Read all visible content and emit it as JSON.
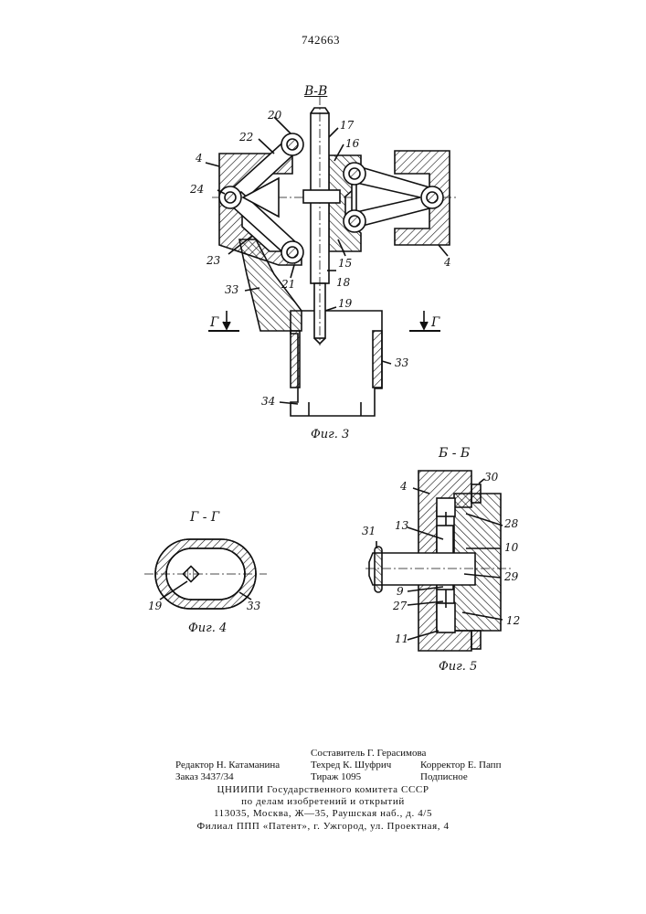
{
  "patent_number": "742663",
  "fig3": {
    "section": "В-В",
    "caption": "Фиг. 3",
    "labels": {
      "l20": "20",
      "l17": "17",
      "l22": "22",
      "l16": "16",
      "l4a": "4",
      "l24": "24",
      "l4b": "4",
      "l23": "23",
      "l15": "15",
      "l21": "21",
      "l18": "18",
      "l33a": "33",
      "l19": "19",
      "l33b": "33",
      "l34": "34",
      "gL": "Г",
      "gR": "Г"
    }
  },
  "fig4": {
    "section": "Г - Г",
    "caption": "Фиг. 4",
    "labels": {
      "l19": "19",
      "l33": "33"
    }
  },
  "fig5": {
    "section": "Б - Б",
    "caption": "Фиг. 5",
    "labels": {
      "l30": "30",
      "l4": "4",
      "l28": "28",
      "l13": "13",
      "l10": "10",
      "l31": "31",
      "l29": "29",
      "l9": "9",
      "l27": "27",
      "l12": "12",
      "l11": "11"
    }
  },
  "imprint": {
    "compiler": "Составитель Г. Герасимова",
    "editor": "Редактор Н. Катаманина",
    "techred": "Техред К. Шуфрич",
    "corrector": "Корректор Е. Папп",
    "order": "Заказ 3437/34",
    "circulation": "Тираж 1095",
    "subscription": "Подписное",
    "org1": "ЦНИИПИ Государственного комитета СССР",
    "org2": "по делам изобретений и открытий",
    "address": "113035, Москва, Ж—35, Раушская наб., д. 4/5",
    "branch": "Филиал ППП «Патент», г. Ужгород, ул. Проектная, 4"
  }
}
